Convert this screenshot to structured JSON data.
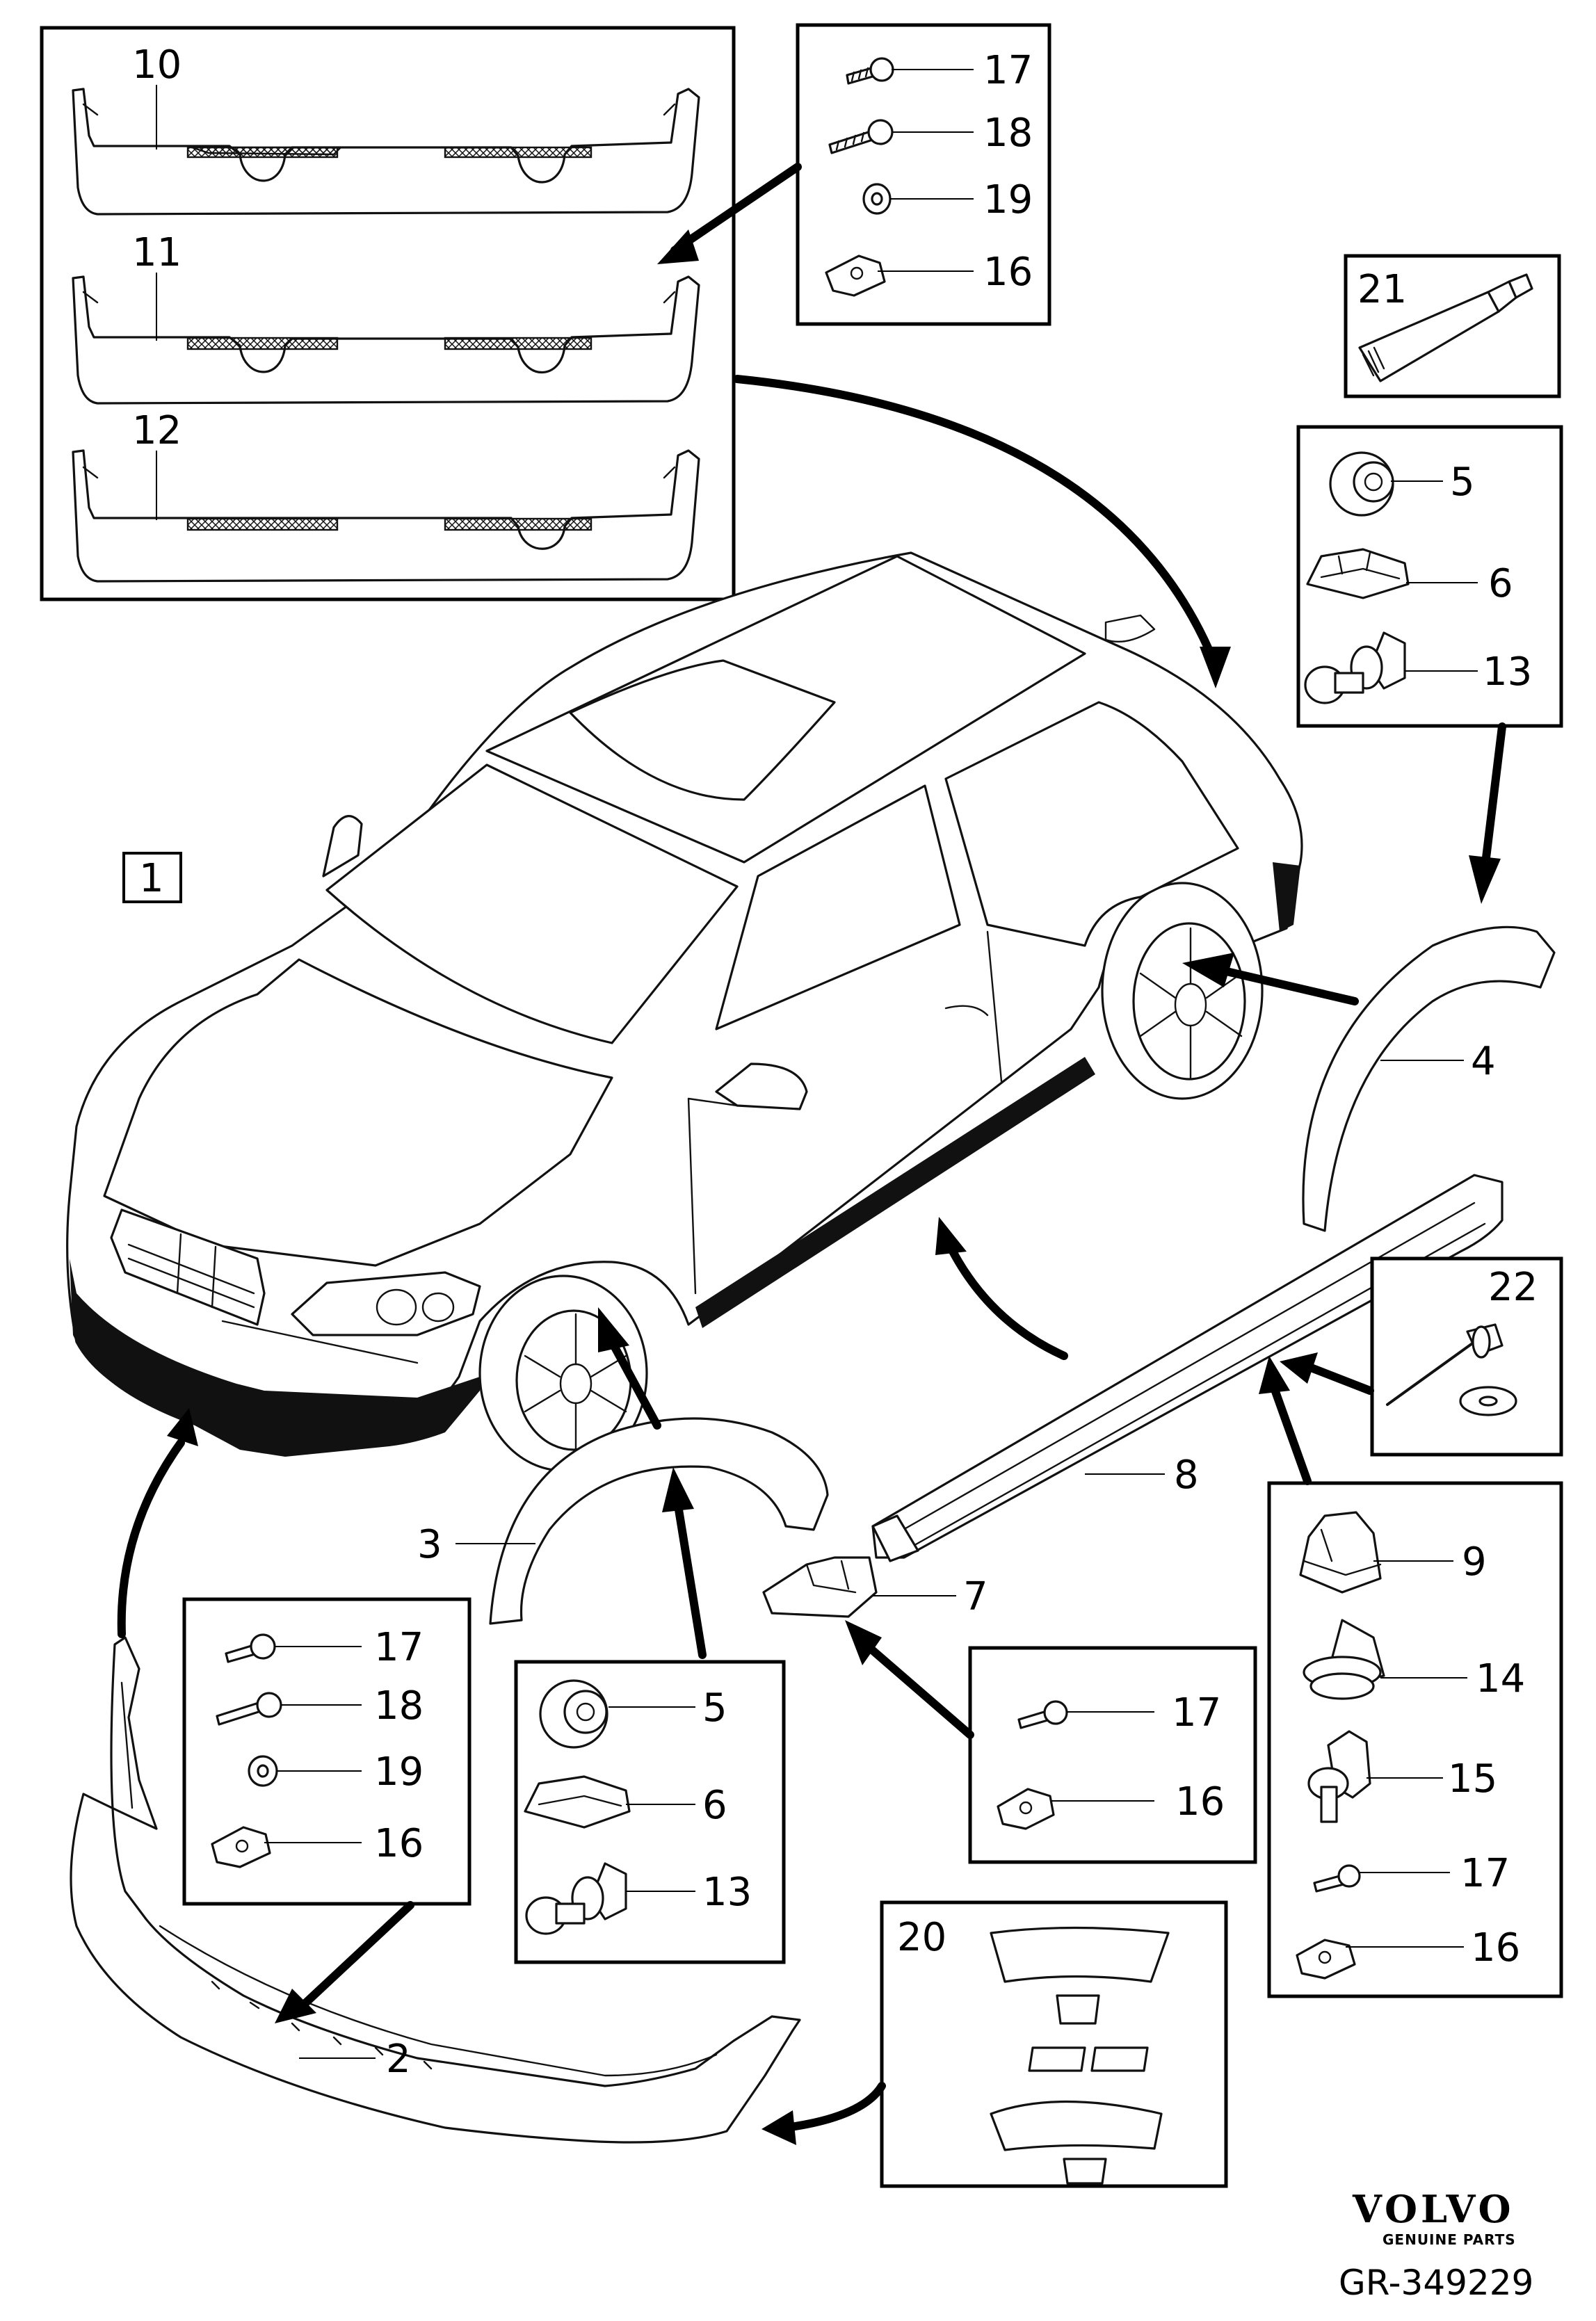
{
  "diagram": {
    "main_label": "1",
    "labels": {
      "p2": "2",
      "p3": "3",
      "p4": "4",
      "p7": "7",
      "p8": "8",
      "box_skirts": {
        "p10": "10",
        "p11": "11",
        "p12": "12"
      },
      "box_fasteners_top": {
        "p17": "17",
        "p18": "18",
        "p19": "19",
        "p16": "16"
      },
      "box_tube": {
        "p21": "21"
      },
      "box_clips_right": {
        "p5": "5",
        "p6": "6",
        "p13": "13"
      },
      "box_rivet": {
        "p22": "22"
      },
      "box_fasteners_left": {
        "p17": "17",
        "p18": "18",
        "p19": "19",
        "p16": "16"
      },
      "box_clips_mid": {
        "p5": "5",
        "p6": "6",
        "p13": "13"
      },
      "box_fasteners_mid": {
        "p17": "17",
        "p16": "16"
      },
      "box_clips_sill": {
        "p9": "9",
        "p14": "14",
        "p15": "15",
        "p17": "17",
        "p16": "16"
      },
      "box_film": {
        "p20": "20"
      }
    }
  },
  "footer": {
    "brand": "VOLVO",
    "brand_sub": "GENUINE PARTS",
    "reference": "GR-349229"
  }
}
